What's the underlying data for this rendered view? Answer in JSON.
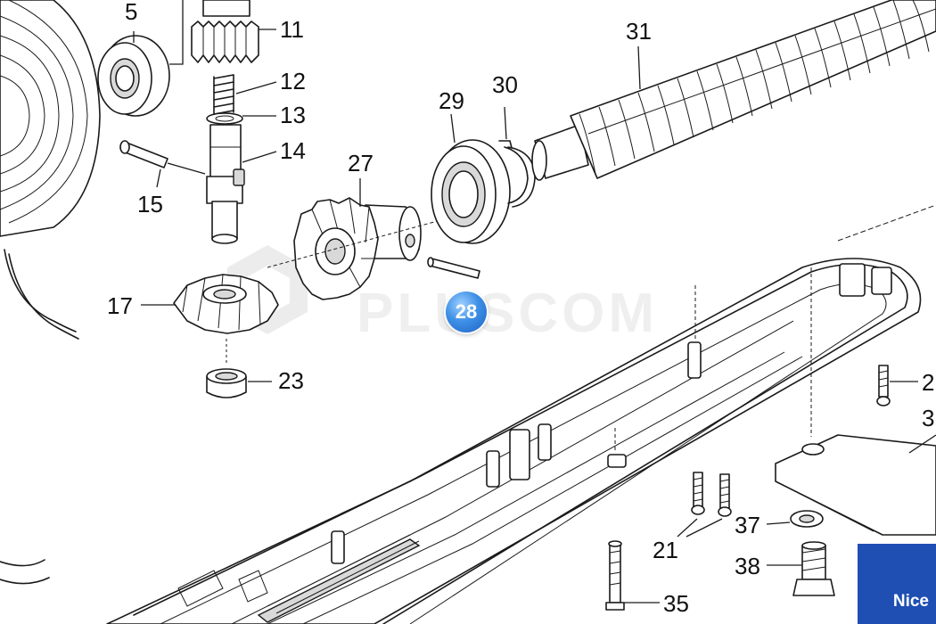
{
  "diagram": {
    "watermark": "PLUSCOM",
    "brand": "Nice",
    "brand_color": "#1f4fb3",
    "hotspot": {
      "label": "28",
      "color": "#3d8fe6"
    },
    "part_labels": {
      "p5": "5",
      "p11": "11",
      "p12": "12",
      "p13": "13",
      "p14": "14",
      "p15": "15",
      "p17": "17",
      "p21": "21",
      "p23": "23",
      "p27": "27",
      "p29": "29",
      "p30": "30",
      "p31": "31",
      "p35": "35",
      "p37": "37",
      "p38": "38",
      "p2_partial": "2",
      "p3_partial": "3"
    }
  }
}
